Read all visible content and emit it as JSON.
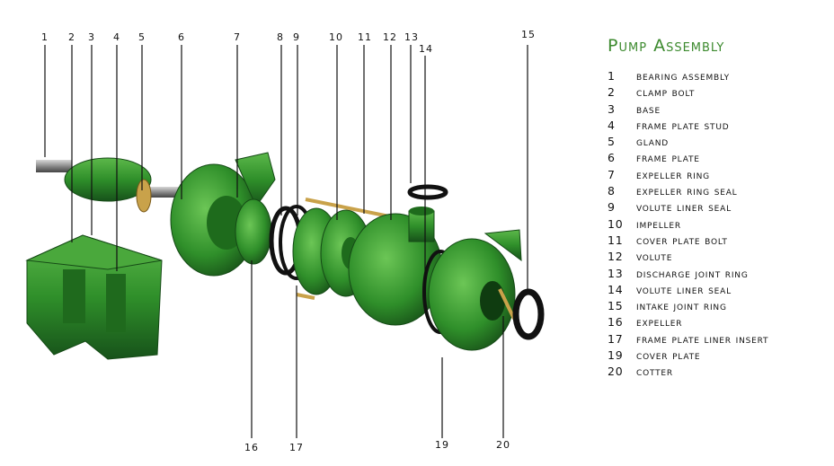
{
  "legend": {
    "title": "Pump Assembly",
    "items": [
      {
        "num": "1",
        "label": "bearing assembly"
      },
      {
        "num": "2",
        "label": "clamp bolt"
      },
      {
        "num": "3",
        "label": "base"
      },
      {
        "num": "4",
        "label": "frame plate stud"
      },
      {
        "num": "5",
        "label": "gland"
      },
      {
        "num": "6",
        "label": "frame plate"
      },
      {
        "num": "7",
        "label": "expeller ring"
      },
      {
        "num": "8",
        "label": "expeller ring seal"
      },
      {
        "num": "9",
        "label": "volute liner seal"
      },
      {
        "num": "10",
        "label": "impeller"
      },
      {
        "num": "11",
        "label": "cover plate bolt"
      },
      {
        "num": "12",
        "label": "volute"
      },
      {
        "num": "13",
        "label": "discharge joint ring"
      },
      {
        "num": "14",
        "label": "volute liner seal"
      },
      {
        "num": "15",
        "label": "intake joint ring"
      },
      {
        "num": "16",
        "label": "expeller"
      },
      {
        "num": "17",
        "label": "frame plate liner insert"
      },
      {
        "num": "19",
        "label": "cover plate"
      },
      {
        "num": "20",
        "label": "cotter"
      }
    ]
  },
  "callouts": {
    "c1": "1",
    "c2": "2",
    "c3": "3",
    "c4": "4",
    "c5": "5",
    "c6": "6",
    "c7": "7",
    "c8": "8",
    "c9": "9",
    "c10": "10",
    "c11": "11",
    "c12": "12",
    "c13": "13",
    "c14": "14",
    "c15": "15",
    "c16": "16",
    "c17": "17",
    "c19": "19",
    "c20": "20"
  },
  "colors": {
    "green": "#2f8f2a",
    "dark_green": "#1d5e1a",
    "brass": "#c9a24a",
    "title_green": "#3c8a2e"
  }
}
